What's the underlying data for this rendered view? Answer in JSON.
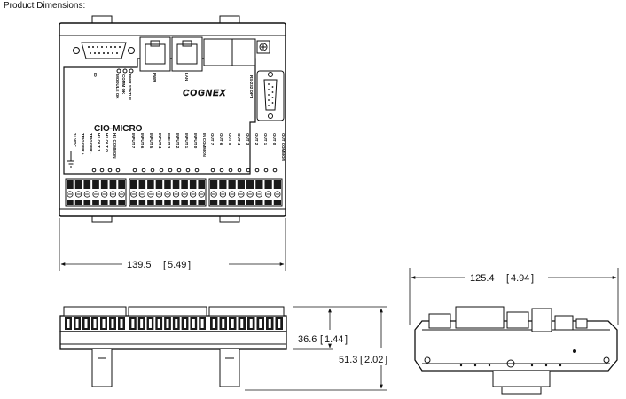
{
  "page_title": "Product Dimensions:",
  "colors": {
    "ink": "#111111",
    "panel": "#ffffff",
    "terminal_dark": "#1a1a1a",
    "rail": "#d9d9d9"
  },
  "device": {
    "model": "CIO-MICRO",
    "brand": "COGNEX",
    "port_io": "IO",
    "port_pwr": "PWR",
    "port_lan": "LAN",
    "port_rs232": "RS-232 OPT",
    "status_leds": [
      "MODULE OK",
      "COMM OK",
      "PWR STATUS"
    ],
    "terminal_labels": [
      "24 VDC",
      "TRIGGER +",
      "TRIGGER -",
      "HS OUT 1",
      "HS OUT 0",
      "HS COMMON",
      "INPUT 7",
      "INPUT 6",
      "INPUT 5",
      "INPUT 4",
      "INPUT 3",
      "INPUT 2",
      "INPUT 1",
      "INPUT 0",
      "IN COMMON",
      "OUT 7",
      "OUT 6",
      "OUT 5",
      "OUT 4",
      "OUT 3",
      "OUT 2",
      "OUT 1",
      "OUT 0",
      "OUT COMMON"
    ]
  },
  "dimensions": {
    "width_front": {
      "mm": "139.5",
      "in": "5.49"
    },
    "depth_side": {
      "mm": "125.4",
      "in": "4.94"
    },
    "height_body": {
      "mm": "36.6",
      "in": "1.44"
    },
    "height_total": {
      "mm": "51.3",
      "in": "2.02"
    }
  }
}
